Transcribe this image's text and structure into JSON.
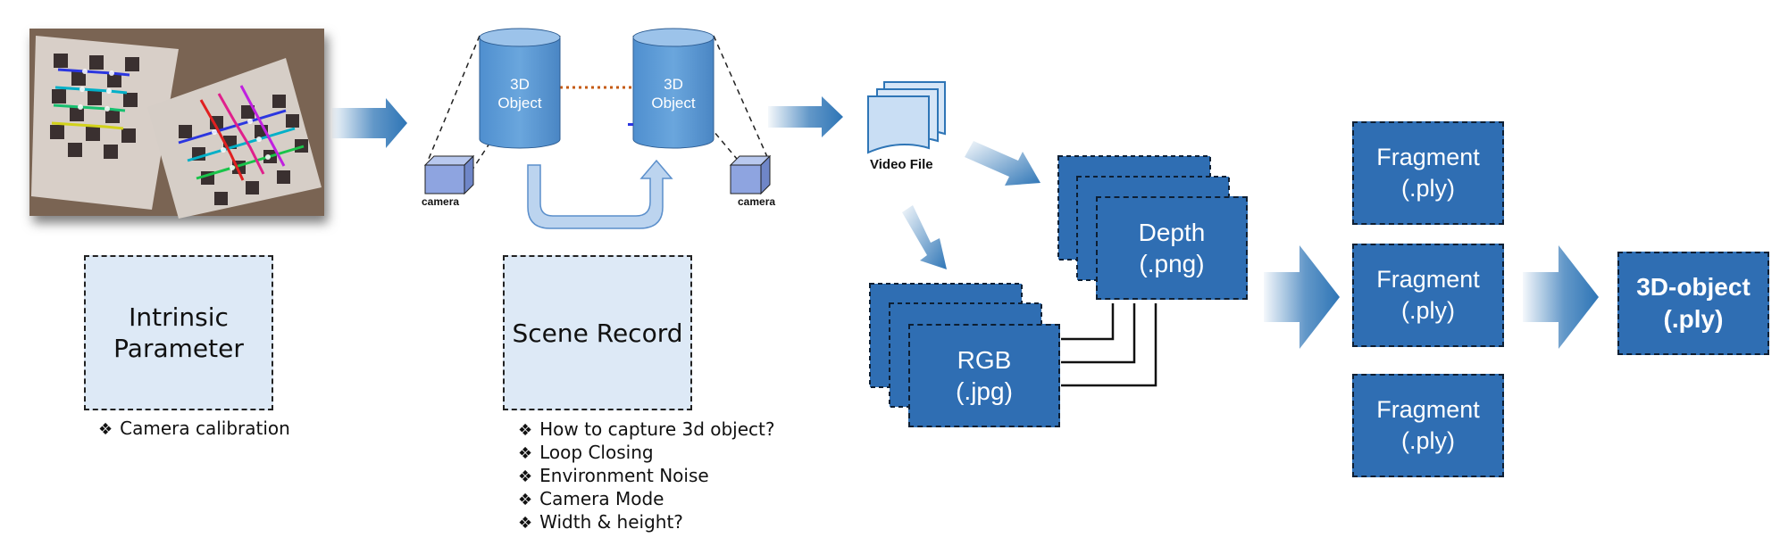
{
  "calibration": {
    "title": "Intrinsic\nParameter",
    "bullets": [
      "Camera calibration"
    ]
  },
  "scene": {
    "title": "Scene Record",
    "left_camera": "camera",
    "right_camera": "camera",
    "left_object": "3D\nObject",
    "right_object": "3D\nObject",
    "bullets": [
      "How to capture 3d object?",
      "Loop Closing",
      "Environment Noise",
      "Camera Mode",
      "Width & height?"
    ]
  },
  "video": {
    "label": "Video File"
  },
  "depth": {
    "label": "Depth\n(.png)"
  },
  "rgb": {
    "label": "RGB\n(.jpg)"
  },
  "fragments": [
    {
      "label": "Fragment\n(.ply)"
    },
    {
      "label": "Fragment\n(.ply)"
    },
    {
      "label": "Fragment\n(.ply)"
    }
  ],
  "result": {
    "label": "3D-object\n(.ply)"
  },
  "colors": {
    "block_fill": "#2f6eb3",
    "block_border": "#0e1f33",
    "label_fill": "#dde9f6",
    "cylinder_fill": "#5b9bd5",
    "arrow_blue": "#2e75b6",
    "dotted_link": "#c55a11"
  }
}
